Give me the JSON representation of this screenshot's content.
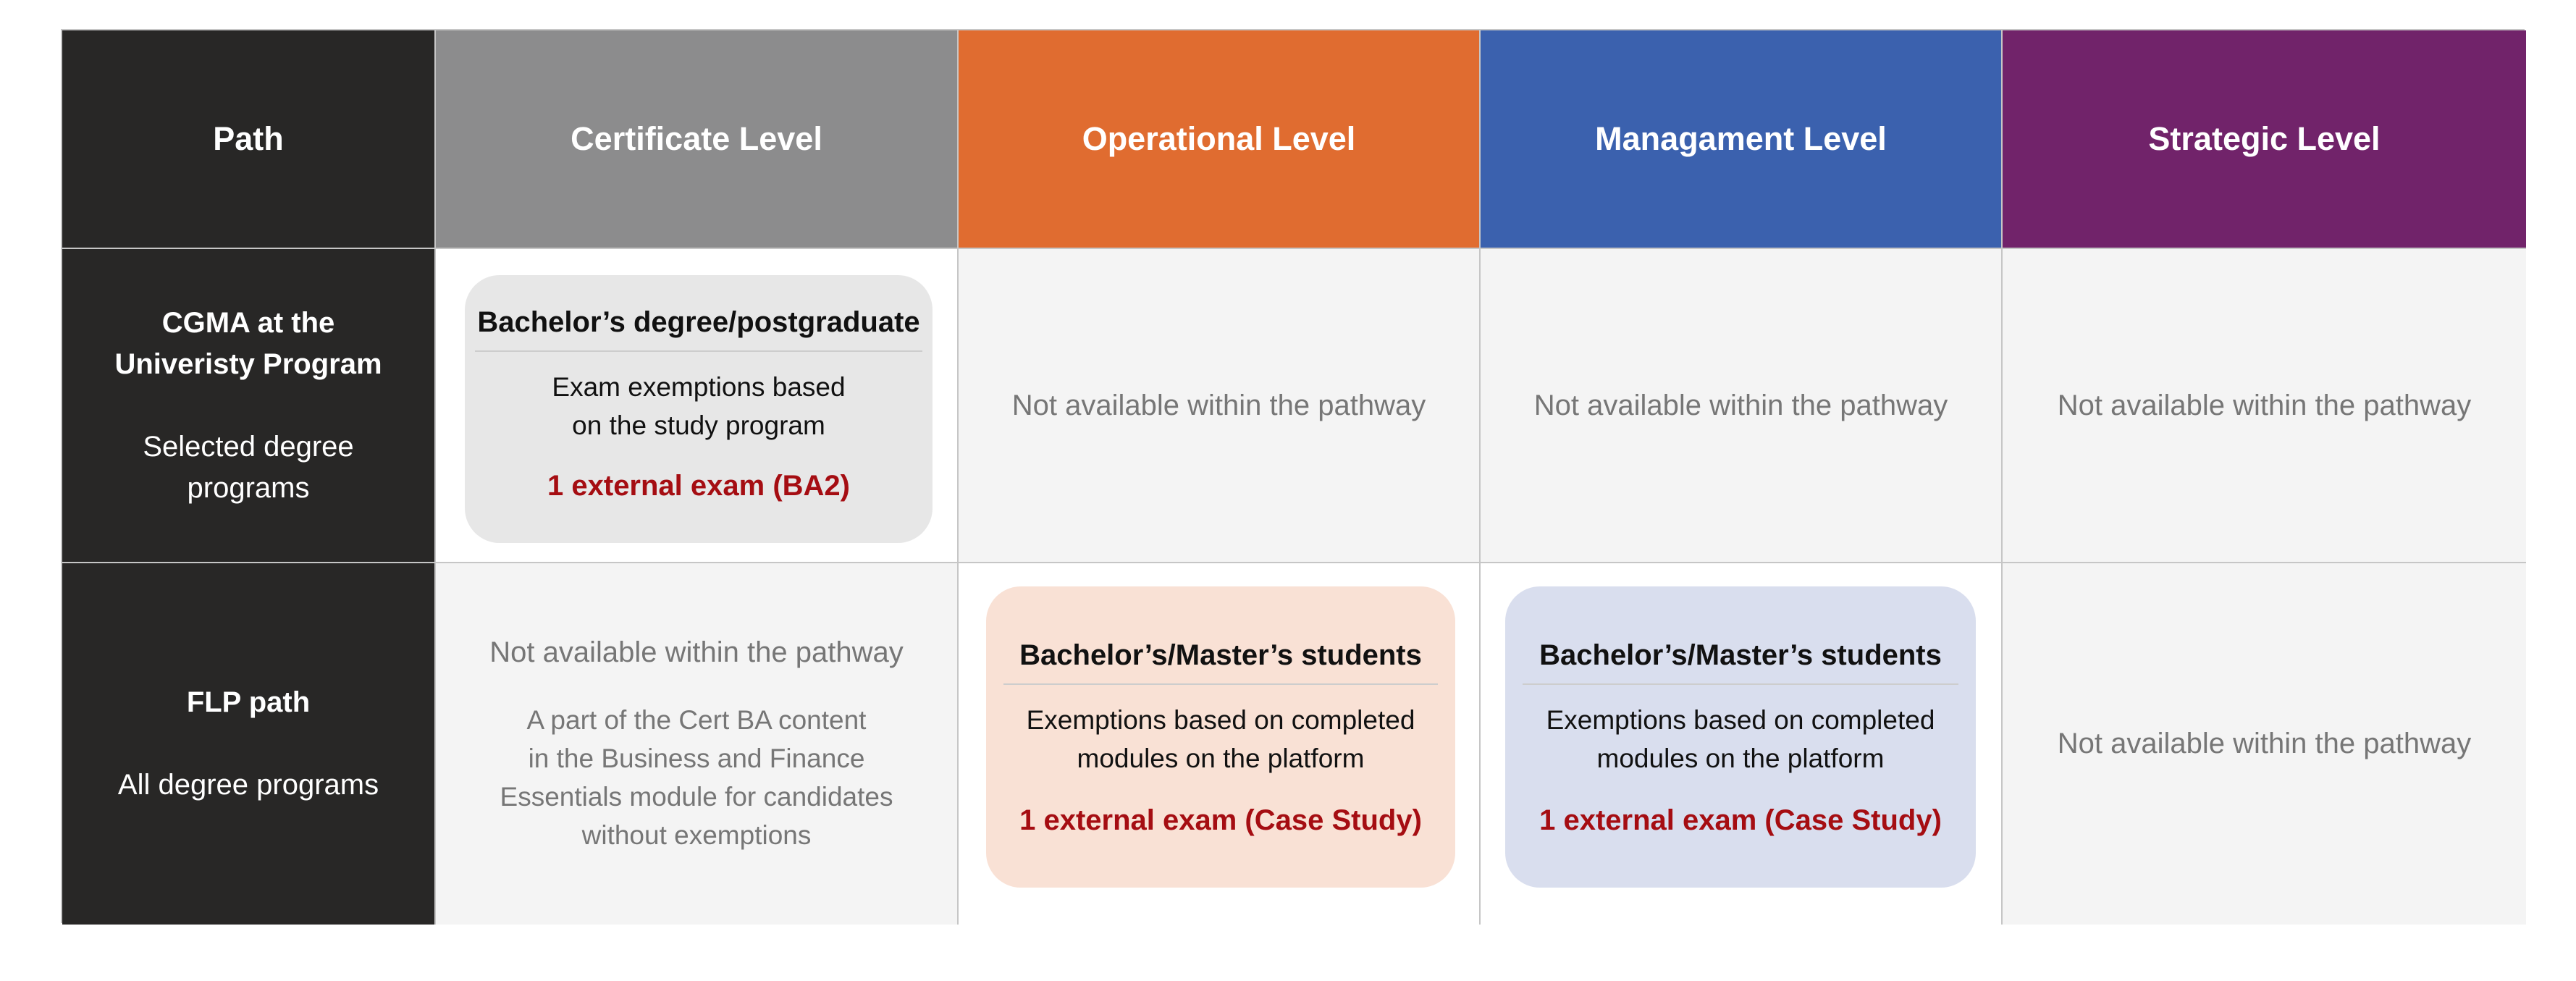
{
  "colors": {
    "path_bg": "#282726",
    "certificate": "#8c8c8d",
    "operational": "#e06c30",
    "management": "#3b61ae",
    "strategic": "#71236a",
    "card_grey": "#e7e7e7",
    "card_peach": "#f9e1d5",
    "card_lavender": "#d9deee",
    "exam_red": "#a50d12"
  },
  "headers": {
    "path": "Path",
    "certificate": "Certificate Level",
    "operational": "Operational Level",
    "management": "Managament Level",
    "strategic": "Strategic Level"
  },
  "rows": {
    "cgma": {
      "path_title": "CGMA at the\nUniveristy Program",
      "path_sub": "Selected degree\nprograms",
      "certificate": {
        "title": "Bachelor’s degree/postgraduate",
        "body": "Exam exemptions based\non the study program",
        "exam": "1 external exam (BA2)"
      },
      "operational": "Not available within the pathway",
      "management": "Not available within the pathway",
      "strategic": "Not available within the pathway"
    },
    "flp": {
      "path_title": "FLP path",
      "path_sub": "All degree programs",
      "certificate": {
        "na": "Not available within the pathway",
        "note": "A part of the Cert BA content\nin the Business and Finance\nEssentials module for candidates\nwithout exemptions"
      },
      "operational": {
        "title": "Bachelor’s/Master’s students",
        "body": "Exemptions based on completed\nmodules on the platform",
        "exam": "1 external exam (Case Study)"
      },
      "management": {
        "title": "Bachelor’s/Master’s students",
        "body": "Exemptions based on completed\nmodules on the platform",
        "exam": "1 external exam (Case Study)"
      },
      "strategic": "Not available within the pathway"
    }
  }
}
